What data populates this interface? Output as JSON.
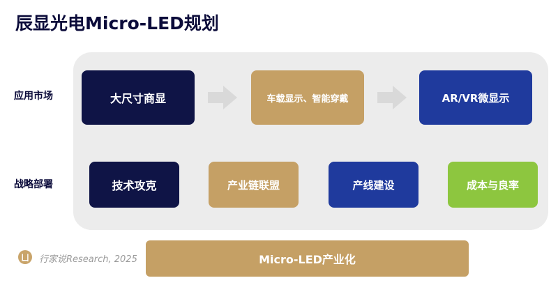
{
  "title": "辰显光电Micro-LED规划",
  "rows": {
    "market_label": "应用市场",
    "strategy_label": "战略部署"
  },
  "market": [
    {
      "label": "大尺寸商显"
    },
    {
      "label": "车载显示、智能穿戴"
    },
    {
      "label": "AR/VR微显示"
    }
  ],
  "strategy": [
    {
      "label": "技术攻克"
    },
    {
      "label": "产业链联盟"
    },
    {
      "label": "产线建设"
    },
    {
      "label": "成本与良率"
    }
  ],
  "bottom_bar": {
    "label": "Micro-LED产业化"
  },
  "footer": {
    "logo_glyph": "ㄩ",
    "source": "行家说Research, 2025"
  },
  "colors": {
    "navy": "#0f1446",
    "gold": "#c5a065",
    "blue": "#1f3a9d",
    "green": "#8dc63f",
    "panel": "#ececec",
    "arrow": "#d9d9d9"
  }
}
